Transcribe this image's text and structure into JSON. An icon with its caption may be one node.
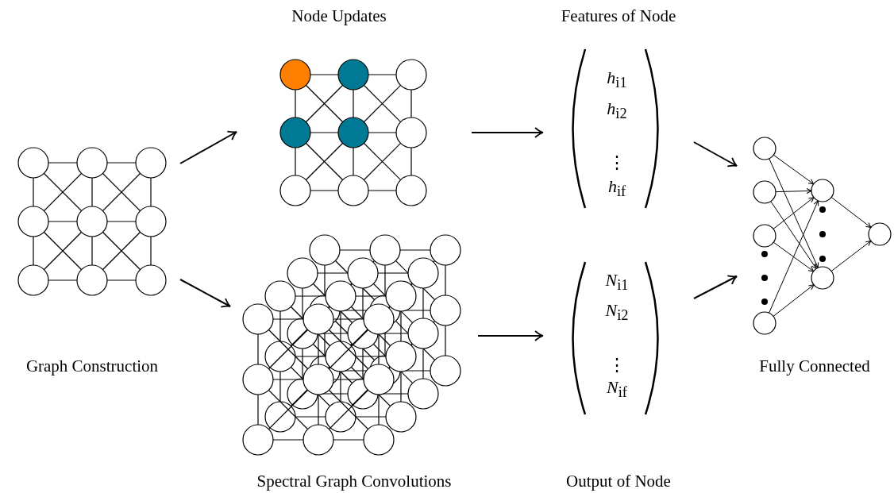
{
  "diagram": {
    "nodes": [
      {
        "text": [
          "Graph Construction"
        ]
      },
      {
        "text": [
          "Node Updates"
        ]
      },
      {
        "text": [
          "Spectral Graph Convolutions"
        ]
      },
      {
        "text": [
          "Features of Node",
          "*h*$_{i1}$",
          "*h*$_{i2}$",
          "⋮",
          "*h*$_{if}$"
        ]
      },
      {
        "text": [
          "*N*$_{i1}$",
          "*N*$_{i2}$",
          "⋮",
          "*N*$_{if}$",
          "Output of Node"
        ]
      },
      {
        "text": [
          "Fully Connected"
        ]
      }
    ],
    "edges": [
      {
        "from": 0,
        "to": 1,
        "arrow": "to"
      },
      {
        "from": 0,
        "to": 2,
        "arrow": "to"
      },
      {
        "from": 1,
        "to": 3,
        "arrow": "to"
      },
      {
        "from": 2,
        "to": 4,
        "arrow": "to"
      },
      {
        "from": 3,
        "to": 5,
        "arrow": "to"
      },
      {
        "from": 4,
        "to": 5,
        "arrow": "to"
      }
    ]
  }
}
